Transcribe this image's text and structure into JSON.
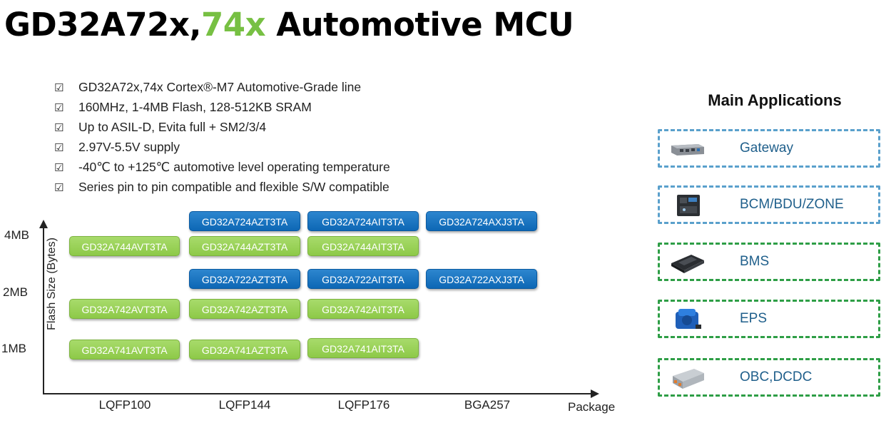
{
  "header": {
    "title_main": "GD32A72x,",
    "title_accent": "74x",
    "title_rest": " Automotive MCU"
  },
  "features": [
    "GD32A72x,74x Cortex®-M7 Automotive-Grade line",
    "160MHz, 1-4MB Flash, 128-512KB SRAM",
    "Up to ASIL-D, Evita full + SM2/3/4",
    "2.97V-5.5V supply",
    "-40℃ to +125℃ automotive level operating temperature",
    "Series pin to pin compatible and flexible S/W compatible"
  ],
  "check_glyph": "☑",
  "chart": {
    "y_axis_title": "Flash Size (Bytes)",
    "x_axis_title": "Package",
    "y_ticks": [
      "4MB",
      "2MB",
      "1MB"
    ],
    "x_ticks": [
      "LQFP100",
      "LQFP144",
      "LQFP176",
      "BGA257"
    ],
    "chips": {
      "c724_144": "GD32A724AZT3TA",
      "c724_176": "GD32A724AIT3TA",
      "c724_257": "GD32A724AXJ3TA",
      "c744_100": "GD32A744AVT3TA",
      "c744_144": "GD32A744AZT3TA",
      "c744_176": "GD32A744AIT3TA",
      "c722_144": "GD32A722AZT3TA",
      "c722_176": "GD32A722AIT3TA",
      "c722_257": "GD32A722AXJ3TA",
      "c742_100": "GD32A742AVT3TA",
      "c742_144": "GD32A742AZT3TA",
      "c742_176": "GD32A742AIT3TA",
      "c741_100": "GD32A741AVT3TA",
      "c741_144": "GD32A741AZT3TA",
      "c741_176": "GD32A741AIT3TA"
    }
  },
  "applications": {
    "title": "Main Applications",
    "items": [
      "Gateway",
      "BCM/BDU/ZONE",
      "BMS",
      "EPS",
      "OBC,DCDC"
    ]
  },
  "colors": {
    "accent_green": "#77c043",
    "chip_blue": "#1f74c2",
    "chip_green": "#9bd25a"
  }
}
